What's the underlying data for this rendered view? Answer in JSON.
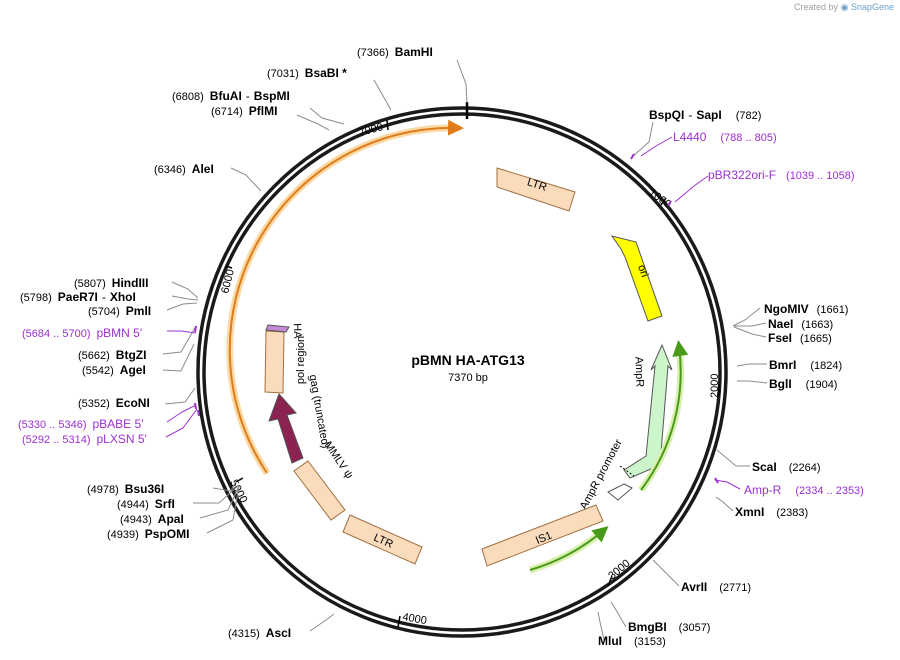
{
  "app": {
    "credit_prefix": "Created by",
    "credit_brand": "SnapGene"
  },
  "plasmid": {
    "name": "pBMN HA-ATG13",
    "size_label": "7370 bp",
    "length": 7370
  },
  "colors": {
    "backbone": "#1a1a1a",
    "enzyme_text": "#000000",
    "primer_text": "#9b30d0",
    "ltr_fill": "#fadcbc",
    "ltr_stroke": "#a07040",
    "ori_fill": "#ffff00",
    "ampr_fill": "#ccf5cc",
    "gag_fill": "#8b2252",
    "orange_arrow": "#e07c1a",
    "orange_glow": "#fbd9a6",
    "green_arrow": "#4a9a1a",
    "green_glow": "#d9f0b0",
    "leader": "#8c8c8c"
  },
  "ticks": [
    "1000",
    "2000",
    "3000",
    "4000",
    "5000",
    "6000",
    "7000"
  ],
  "enzymes": [
    {
      "name": "BamHI",
      "pos": "(7366)"
    },
    {
      "name": "BsaBI *",
      "pos": "(7031)"
    },
    {
      "name": "BfuAI",
      "name2": "BspMI",
      "pos": "(6808)"
    },
    {
      "name": "PflMI",
      "pos": "(6714)"
    },
    {
      "name": "AleI",
      "pos": "(6346)"
    },
    {
      "name": "HindIII",
      "pos": "(5807)"
    },
    {
      "name": "PaeR7I",
      "name2": "XhoI",
      "pos": "(5798)"
    },
    {
      "name": "PmlI",
      "pos": "(5704)"
    },
    {
      "name": "BtgZI",
      "pos": "(5662)"
    },
    {
      "name": "AgeI",
      "pos": "(5542)"
    },
    {
      "name": "EcoNI",
      "pos": "(5352)"
    },
    {
      "name": "Bsu36I",
      "pos": "(4978)"
    },
    {
      "name": "SrfI",
      "pos": "(4944)"
    },
    {
      "name": "ApaI",
      "pos": "(4943)"
    },
    {
      "name": "PspOMI",
      "pos": "(4939)"
    },
    {
      "name": "AscI",
      "pos": "(4315)"
    },
    {
      "name": "BspQI",
      "name2": "SapI",
      "pos": "(782)"
    },
    {
      "name": "NgoMIV",
      "pos": "(1661)"
    },
    {
      "name": "NaeI",
      "pos": "(1663)"
    },
    {
      "name": "FseI",
      "pos": "(1665)"
    },
    {
      "name": "BmrI",
      "pos": "(1824)"
    },
    {
      "name": "BglI",
      "pos": "(1904)"
    },
    {
      "name": "ScaI",
      "pos": "(2264)"
    },
    {
      "name": "XmnI",
      "pos": "(2383)"
    },
    {
      "name": "AvrII",
      "pos": "(2771)"
    },
    {
      "name": "BmgBI",
      "pos": "(3057)"
    },
    {
      "name": "MluI",
      "pos": "(3153)"
    }
  ],
  "primers": [
    {
      "name": "L4440",
      "range": "(788 .. 805)"
    },
    {
      "name": "pBR322ori-F",
      "range": "(1039 .. 1058)"
    },
    {
      "name": "Amp-R",
      "range": "(2334 .. 2353)"
    },
    {
      "name": "pBMN 5'",
      "range": "(5684 .. 5700)"
    },
    {
      "name": "pBABE 5'",
      "range": "(5330 .. 5346)"
    },
    {
      "name": "pLXSN 5'",
      "range": "(5292 .. 5314)"
    }
  ],
  "features": [
    {
      "name": "LTR"
    },
    {
      "name": "ori"
    },
    {
      "name": "AmpR"
    },
    {
      "name": "AmpR promoter"
    },
    {
      "name": "IS1"
    },
    {
      "name": "LTR"
    },
    {
      "name": "MMLV ψ"
    },
    {
      "name": "gag (truncated)"
    },
    {
      "name": "pol region"
    },
    {
      "name": "HA"
    }
  ]
}
